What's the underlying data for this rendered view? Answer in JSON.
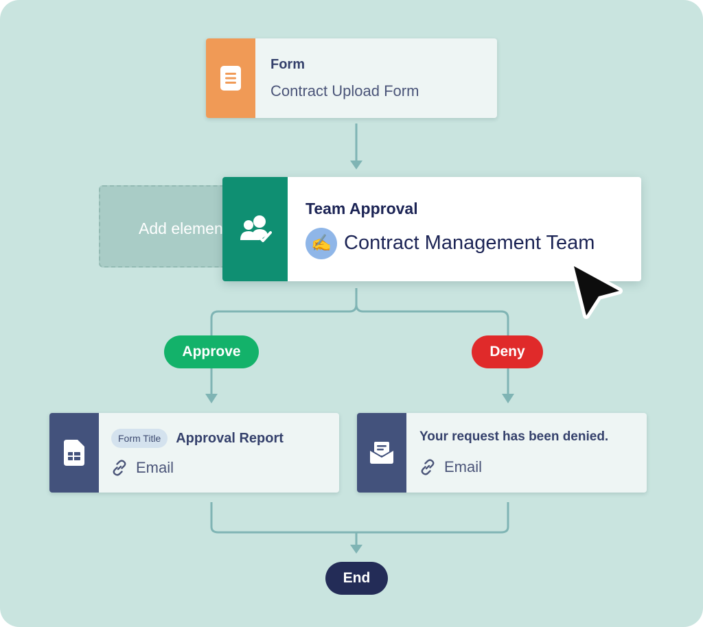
{
  "form_step": {
    "type_label": "Form",
    "name": "Contract Upload Form",
    "icon": "form-document-icon",
    "color": "#f09a56"
  },
  "placeholder": {
    "label": "Add element"
  },
  "approval_step": {
    "title": "Team Approval",
    "team": "Contract Management Team",
    "avatar_glyph": "✍️",
    "icon": "team-approval-icon",
    "color": "#0f8f72"
  },
  "branches": {
    "approve": {
      "label": "Approve",
      "color": "#13b26a"
    },
    "deny": {
      "label": "Deny",
      "color": "#e02a2a"
    }
  },
  "approve_email": {
    "badge": "Form Title",
    "title": "Approval Report",
    "link_label": "Email",
    "icon": "report-table-icon"
  },
  "deny_email": {
    "title": "Your request has been denied.",
    "link_label": "Email",
    "icon": "email-envelope-icon"
  },
  "end": {
    "label": "End",
    "color": "#232c57"
  },
  "colors": {
    "background": "#c9e4df",
    "connector": "#7fb4b4",
    "action_side": "#43527c"
  }
}
